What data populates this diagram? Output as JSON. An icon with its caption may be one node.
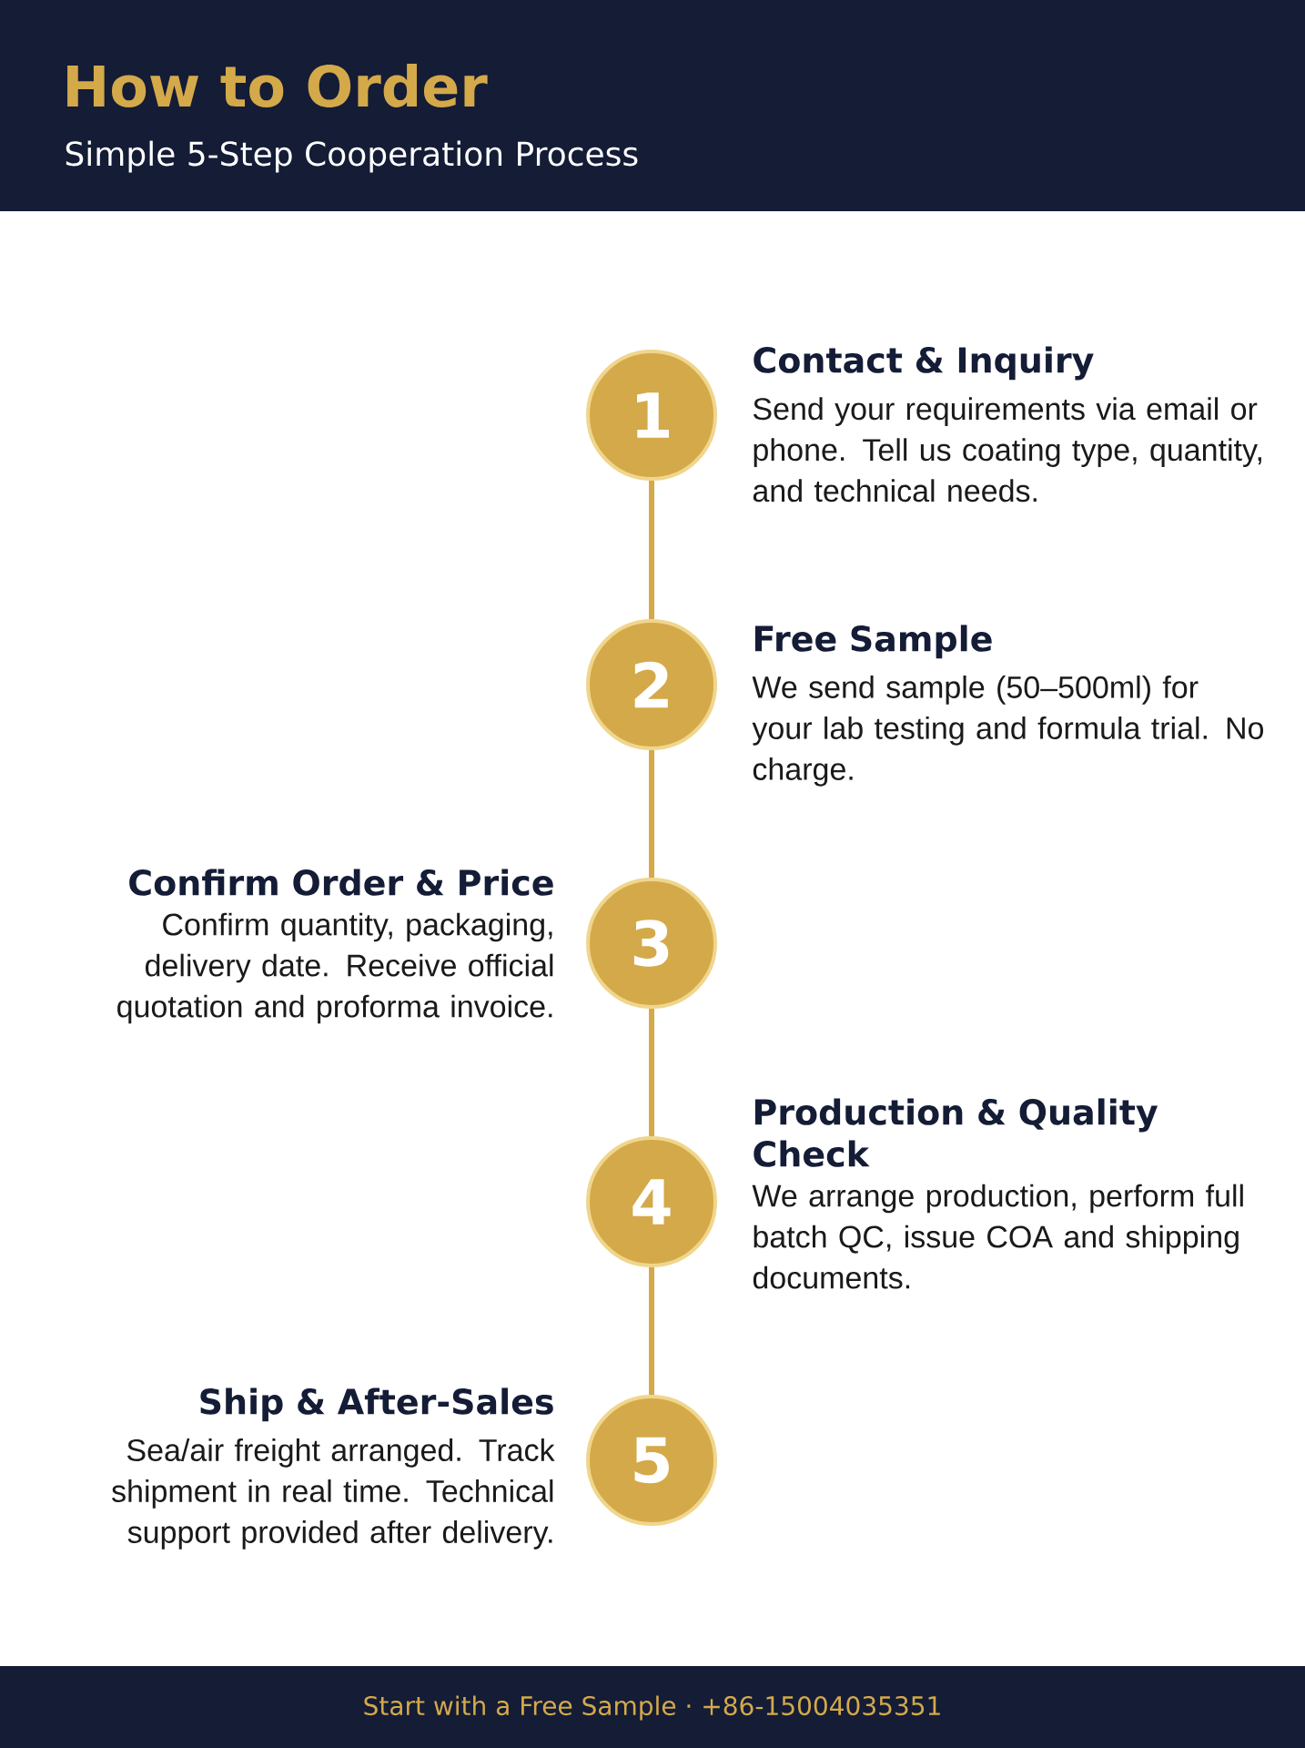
{
  "diagram": {
    "title": "How to Order",
    "nodes": [
      {
        "text": [
          "1"
        ],
        "beside": [
          "Contact & Inquiry",
          "Send your requirements via email or phone. Tell us coating type, quantity, and technical needs."
        ]
      },
      {
        "text": [
          "2"
        ],
        "beside": [
          "Free Sample",
          "We send sample (50–500ml) for your lab testing and formula trial. No charge."
        ]
      },
      {
        "text": [
          "3"
        ],
        "beside": [
          "Confirm Order & Price",
          "Confirm quantity, packaging, delivery date. Receive official quotation and proforma invoice."
        ]
      },
      {
        "text": [
          "4"
        ],
        "beside": [
          "Production & Quality Check",
          "We arrange production, perform full batch QC, issue COA and shipping documents."
        ]
      },
      {
        "text": [
          "5"
        ],
        "beside": [
          "Ship & After-Sales",
          "Sea/air freight arranged. Track shipment in real time. Technical support provided after delivery."
        ]
      }
    ],
    "edges": [
      {
        "from": 0,
        "to": 1,
        "arrow": "none"
      },
      {
        "from": 1,
        "to": 2,
        "arrow": "none"
      },
      {
        "from": 2,
        "to": 3,
        "arrow": "none"
      },
      {
        "from": 3,
        "to": 4,
        "arrow": "none"
      }
    ],
    "labels": [
      "Simple 5-Step Cooperation Process",
      "Start with a Free Sample · +86-15004035351"
    ]
  }
}
